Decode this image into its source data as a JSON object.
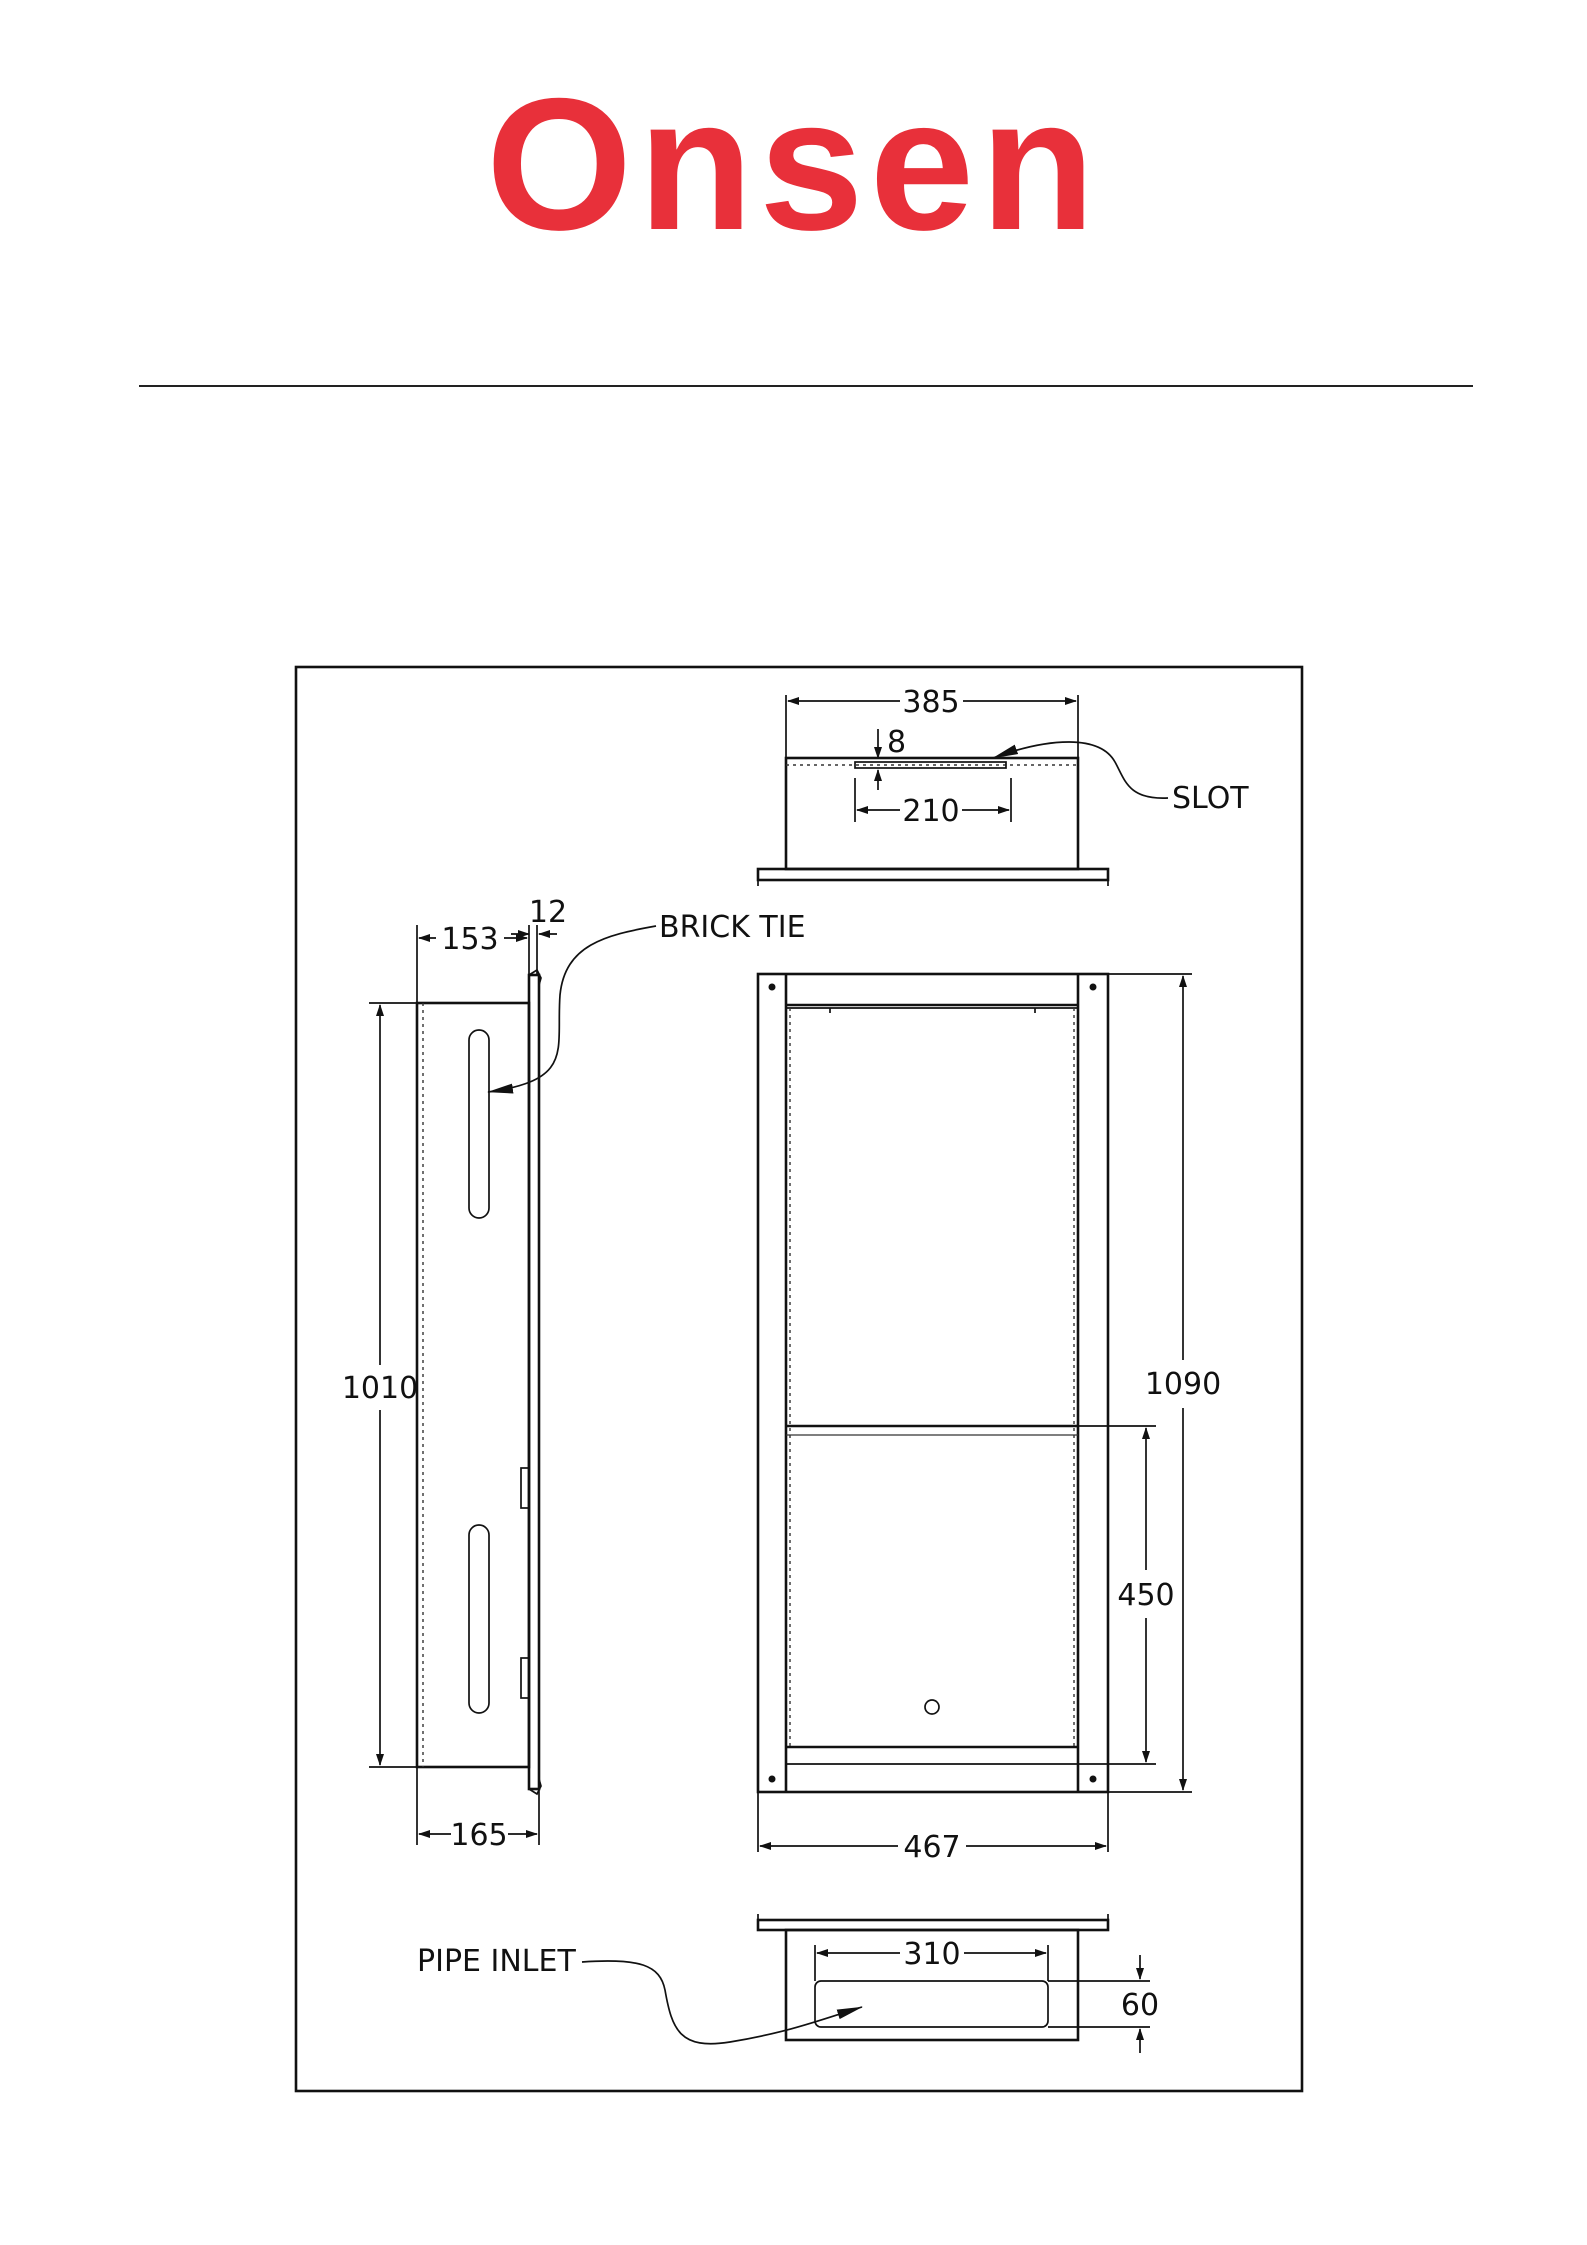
{
  "brand": {
    "name": "Onsen",
    "color": "#e8303a"
  },
  "drawing": {
    "top_view": {
      "overall_width": "385",
      "slot_height": "8",
      "slot_length": "210",
      "callout": "SLOT"
    },
    "side_view": {
      "depth": "153",
      "flange": "12",
      "height": "1010",
      "base_depth": "165",
      "callout": "BRICK TIE"
    },
    "front_view": {
      "height": "1090",
      "lower_height": "450",
      "width": "467"
    },
    "bottom_view": {
      "inlet_length": "310",
      "inlet_height": "60",
      "callout": "PIPE INLET"
    }
  }
}
